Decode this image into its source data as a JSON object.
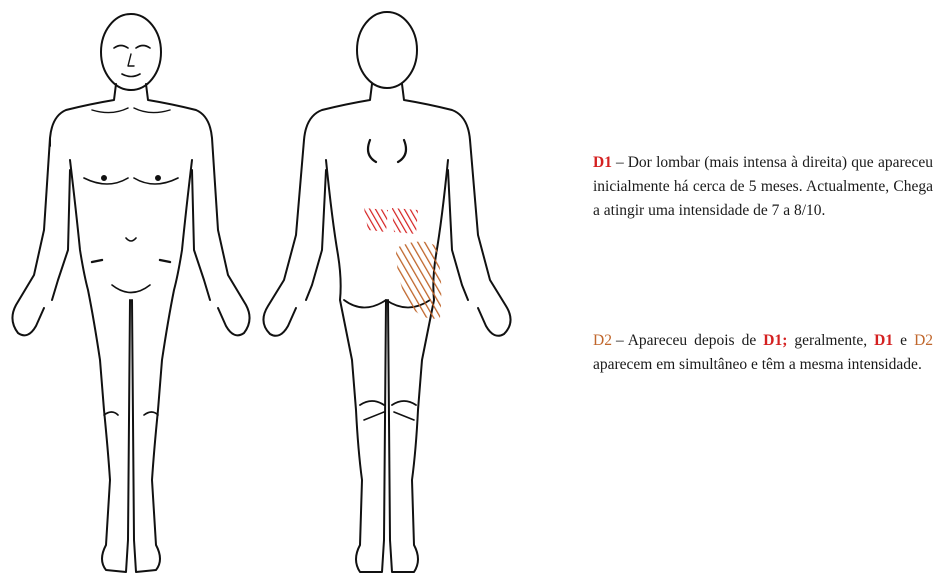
{
  "legend": {
    "d1": {
      "code": "D1",
      "separator": "–",
      "text": "Dor lombar (mais intensa à direita) que apareceu inicialmente há cerca de 5 meses. Actualmente, Chega a atingir uma intensidade de 7 a 8/10."
    },
    "d2": {
      "code": "D2",
      "separator": "–",
      "text_part1": "Apareceu depois de",
      "ref_d1_a": "D1;",
      "text_part2": "geralmente,",
      "ref_d1_b": "D1",
      "text_part3": "e",
      "ref_d2": "D2",
      "text_part4": "aparecem em simultâneo e têm a mesma intensidade."
    }
  },
  "colors": {
    "d1": "#d42020",
    "d2": "#c0662b",
    "outline": "#111111"
  },
  "icons": {
    "front_body": "front-body-outline",
    "back_body": "back-body-outline"
  }
}
